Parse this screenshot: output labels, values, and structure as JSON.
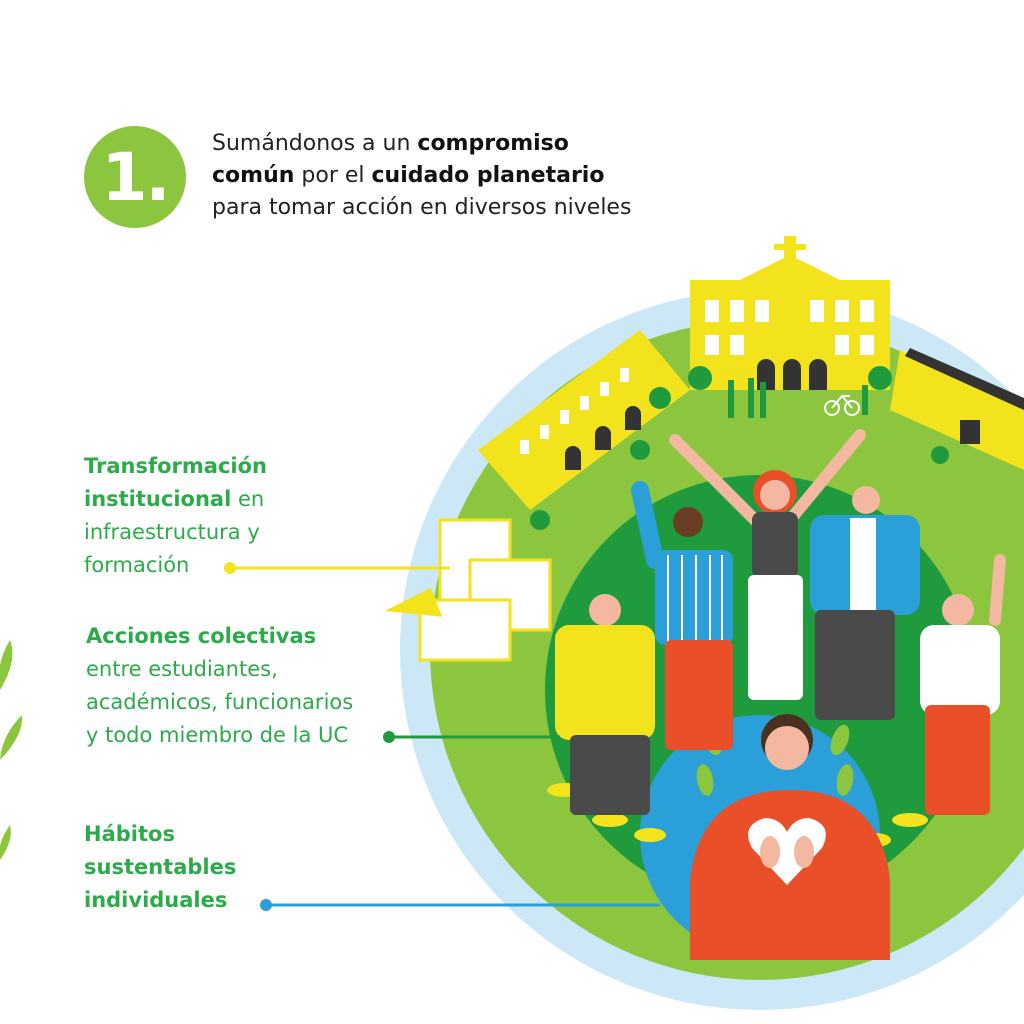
{
  "header": {
    "number": "1.",
    "line1_a": "Sumándonos a un ",
    "line1_b": "compromiso",
    "line2_a": "común",
    "line2_b": " por el ",
    "line2_c": "cuidado planetario",
    "line3": "para tomar acción en diversos niveles"
  },
  "levels": [
    {
      "title_line1": "Transformación",
      "title_line2": "institucional",
      "rest_line2": " en",
      "rest_line3": "infraestructura y",
      "rest_line4": "formación",
      "color": "#f3e31c"
    },
    {
      "title_line1": "Acciones colectivas",
      "rest_line2": "entre estudiantes,",
      "rest_line3": "académicos, funcionarios",
      "rest_line4": "y todo miembro de la UC",
      "color": "#1f9a3d"
    },
    {
      "title_line1": "Hábitos",
      "title_line2": "sustentables",
      "title_line3": "individuales",
      "color": "#2a9fd8"
    }
  ],
  "colors": {
    "accent_green": "#8cc63e",
    "label_green": "#2bab4a",
    "yellow": "#f3e31c",
    "dark_green": "#1f9a3d",
    "blue": "#2a9fd8",
    "light_blue": "#cce7f5"
  }
}
